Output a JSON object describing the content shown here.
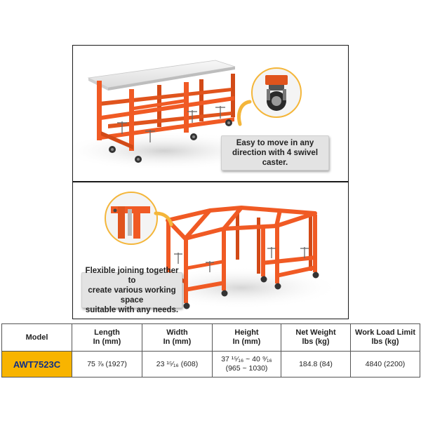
{
  "panels": {
    "top": {
      "callout": "Easy to move in any\ndirection with 4 swivel\ncaster."
    },
    "bottom": {
      "callout": "Flexible joining together to\ncreate various working space\nsuitable with any needs."
    }
  },
  "table": {
    "headers": [
      "Model",
      "Length\nIn (mm)",
      "Width\nIn (mm)",
      "Height\nIn (mm)",
      "Net Weight\nlbs (kg)",
      "Work Load Limit\nlbs (kg)"
    ],
    "rows": [
      [
        "AWT7523C",
        "75 ⅞ (1927)",
        "23 ¹⁵⁄₁₆ (608)",
        "37 ¹⁵⁄₁₆ ~ 40 ⁹⁄₁₆\n(965 ~ 1030)",
        "184.8 (84)",
        "4840 (2200)"
      ]
    ]
  },
  "colors": {
    "frame": "#f05a24",
    "frame_dark": "#c84315",
    "tabletop": "#eeeeee",
    "model_highlight": "#f8b400",
    "model_text": "#0f2f86",
    "arrow": "#f4b63a"
  }
}
